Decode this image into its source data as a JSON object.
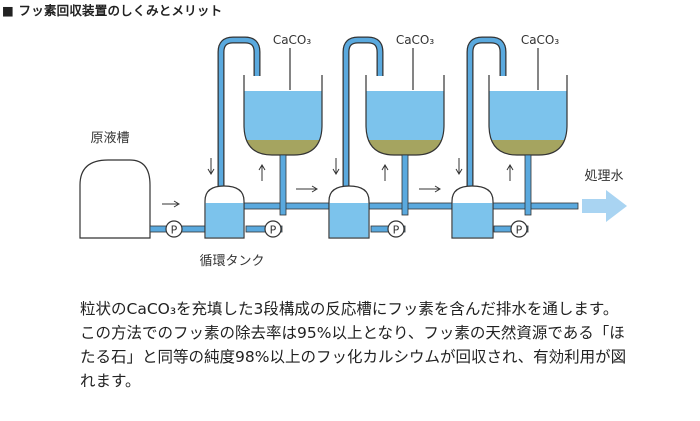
{
  "title": "■ フッ素回収装置のしくみとメリット",
  "labels": {
    "source_tank": "原液槽",
    "circulation_tank": "循環タンク",
    "treated_water": "処理水",
    "pump": "P"
  },
  "reactors": [
    {
      "input_label": "CaCO₃"
    },
    {
      "input_label": "CaCO₃"
    },
    {
      "input_label": "CaCO₃"
    }
  ],
  "description": {
    "paragraph1": "粒状のCaCO₃を充填した3段構成の反応槽にフッ素を含んだ排水を通します。",
    "paragraph2": "この方法でのフッ素の除去率は95%以上となり、フッ素の天然資源である「ほたる石」と同等の純度98%以上のフッ化カルシウムが回収され、有効利用が図れます。"
  },
  "colors": {
    "water": "#7cc3ec",
    "pipe": "#5aa9de",
    "sediment": "#a5a460",
    "outline": "#333333",
    "arrow": "#a9d4f2"
  }
}
